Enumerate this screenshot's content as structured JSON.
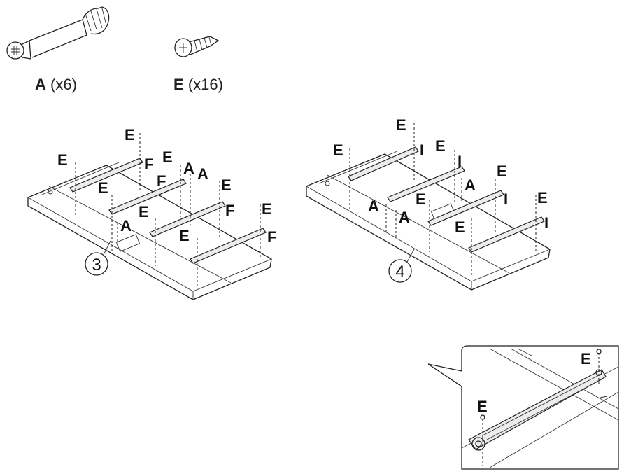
{
  "parts": [
    {
      "letter": "A",
      "qty": "(x6)",
      "icon": "cam-dowel-icon"
    },
    {
      "letter": "E",
      "qty": "(x16)",
      "icon": "screw-icon"
    }
  ],
  "steps": [
    {
      "number": "3",
      "labels": [
        "E",
        "E",
        "F",
        "E",
        "A",
        "A",
        "F",
        "E",
        "E",
        "E",
        "F",
        "A",
        "E",
        "E",
        "F"
      ]
    },
    {
      "number": "4",
      "labels": [
        "E",
        "E",
        "I",
        "E",
        "I",
        "A",
        "E",
        "A",
        "E",
        "I",
        "A",
        "E",
        "E",
        "I"
      ]
    }
  ],
  "detail": {
    "labels": [
      "E",
      "E"
    ]
  }
}
